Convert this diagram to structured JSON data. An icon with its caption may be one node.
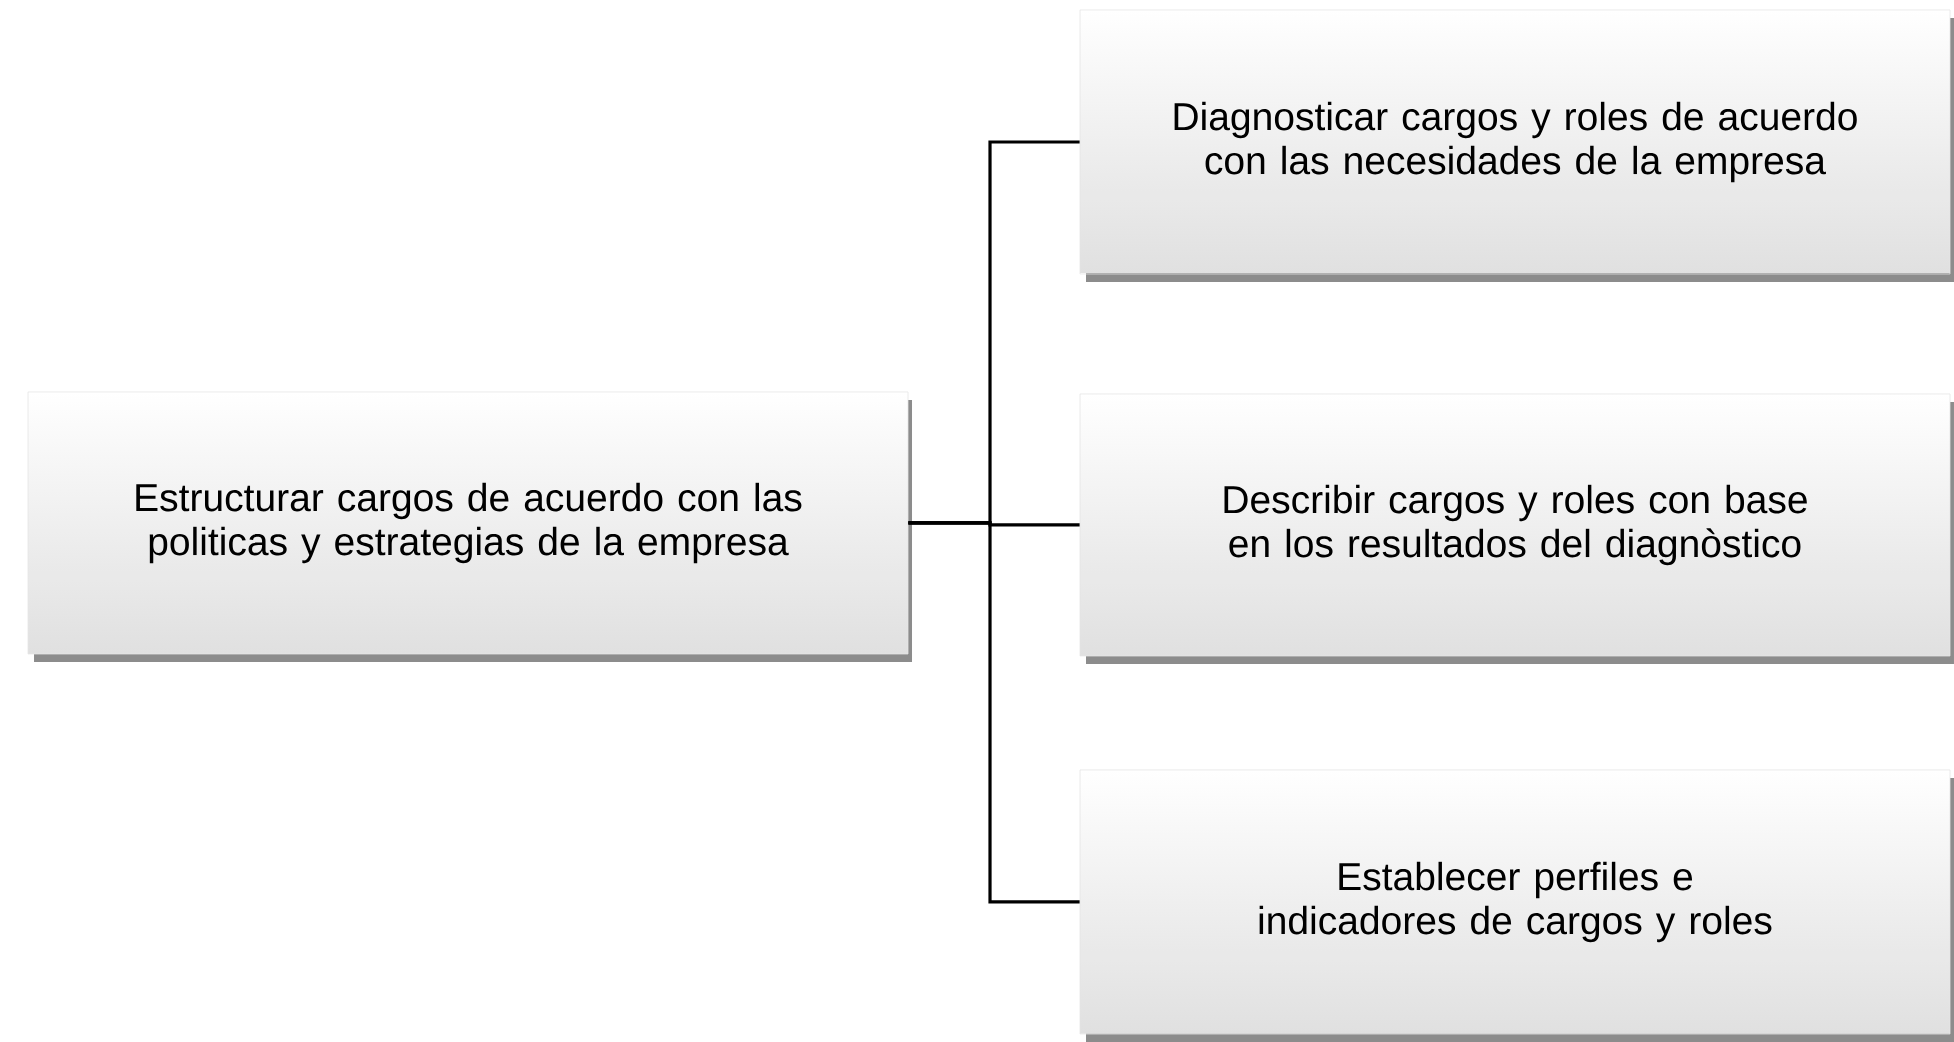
{
  "diagram": {
    "nodes": [
      {
        "text": [
          "Estructurar cargos de acuerdo con las politicas y estrategias de la empresa"
        ]
      },
      {
        "text": [
          "Diagnosticar cargos y roles de acuerdo con las necesidades de la empresa"
        ]
      },
      {
        "text": [
          "Describir cargos y roles con base en los resultados del diagnòstico"
        ]
      },
      {
        "text": [
          "Establecer perfiles e indicadores de cargos y roles"
        ]
      }
    ],
    "edges": [
      {
        "from": 0,
        "to": 1,
        "arrow": "none"
      },
      {
        "from": 0,
        "to": 2,
        "arrow": "none"
      },
      {
        "from": 0,
        "to": 3,
        "arrow": "none"
      }
    ]
  }
}
